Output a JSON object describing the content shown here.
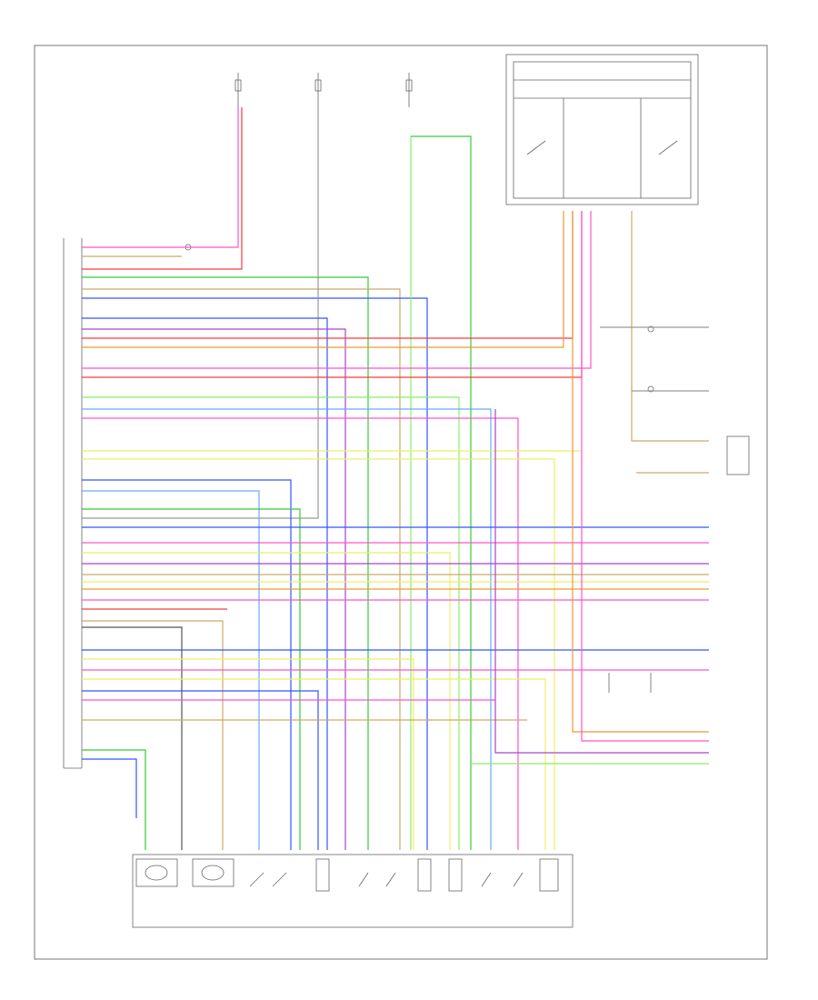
{
  "document": {
    "footer_code": "",
    "illegible_text": true
  },
  "colors": {
    "frame": "#777777",
    "component": "#666666",
    "wire_red": "#ff3a3a",
    "wire_pink": "#ff55cc",
    "wire_green": "#33cc33",
    "wire_light_green": "#88ee66",
    "wire_blue": "#3355ff",
    "wire_light_blue": "#66aaff",
    "wire_yellow": "#eeee66",
    "wire_orange": "#ee9933",
    "wire_tan": "#ccaa66",
    "wire_purple": "#aa44cc",
    "wire_gray": "#999999",
    "wire_black": "#555555"
  },
  "components": [
    {
      "id": "transmission-control-module",
      "label": ""
    },
    {
      "id": "fuse-1",
      "label": ""
    },
    {
      "id": "fuse-2",
      "label": ""
    },
    {
      "id": "fuse-3",
      "label": ""
    },
    {
      "id": "range-switch",
      "label": ""
    },
    {
      "id": "left-side-splice",
      "label": ""
    },
    {
      "id": "data-link-connector",
      "label": ""
    },
    {
      "id": "shift-lock-solenoid",
      "label": ""
    },
    {
      "id": "transmission-harness-connector",
      "label": ""
    },
    {
      "id": "input-speed-sensor",
      "label": ""
    },
    {
      "id": "output-speed-sensor",
      "label": ""
    },
    {
      "id": "temperature-switch",
      "label": ""
    },
    {
      "id": "fluid-temp-sensor",
      "label": ""
    },
    {
      "id": "solenoid-valves",
      "label": ""
    }
  ]
}
